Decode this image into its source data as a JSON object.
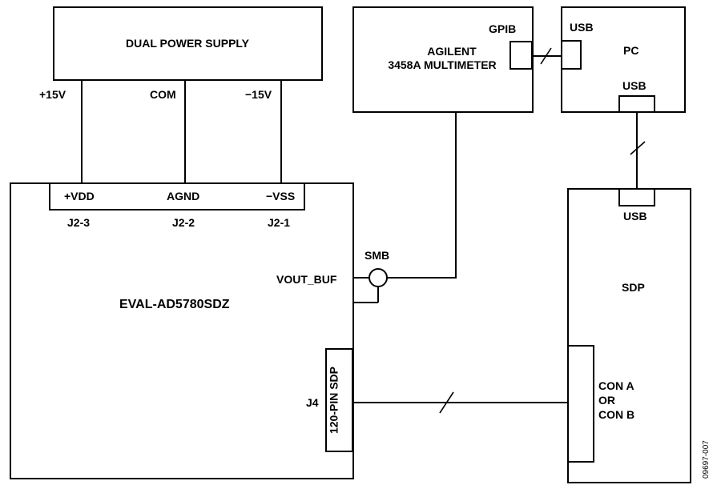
{
  "power_supply": {
    "title": "DUAL POWER SUPPLY",
    "pos": "+15V",
    "com": "COM",
    "neg": "−15V"
  },
  "multimeter": {
    "line1": "AGILENT",
    "line2": "3458A MULTIMETER",
    "port": "GPIB"
  },
  "pc": {
    "title": "PC",
    "usb_left": "USB",
    "usb_bottom": "USB"
  },
  "sdp": {
    "title": "SDP",
    "usb": "USB",
    "con_line1": "CON A",
    "con_line2": "OR",
    "con_line3": "CON B"
  },
  "eval_board": {
    "title": "EVAL-AD5780SDZ",
    "vdd": "+VDD",
    "agnd": "AGND",
    "vss": "−VSS",
    "j2_3": "J2-3",
    "j2_2": "J2-2",
    "j2_1": "J2-1",
    "vout": "VOUT_BUF",
    "smb": "SMB",
    "j4": "J4",
    "sdp_conn": "120-PIN SDP"
  },
  "figure_number": "09697-007"
}
